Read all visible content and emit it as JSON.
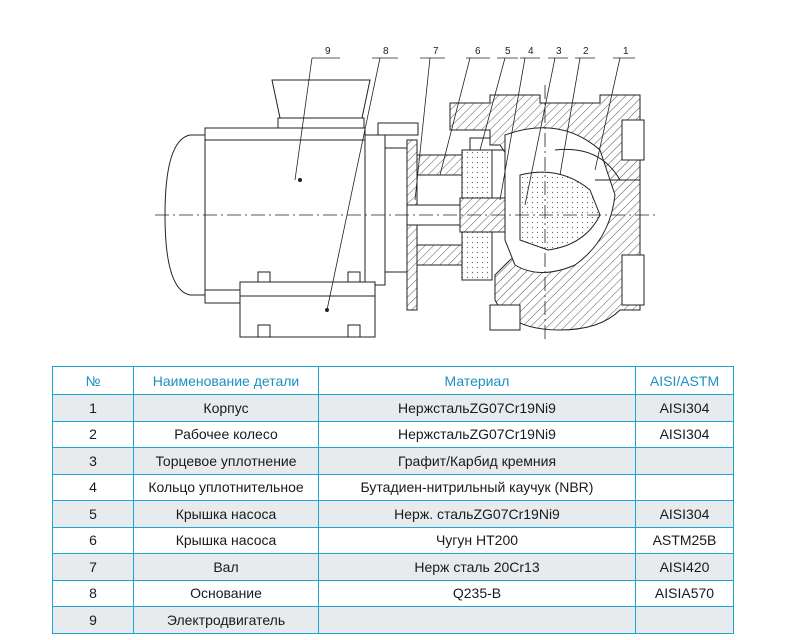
{
  "callouts": [
    "1",
    "2",
    "3",
    "4",
    "5",
    "6",
    "7",
    "8",
    "9"
  ],
  "table": {
    "headers": {
      "num": "№",
      "name": "Наименование детали",
      "material": "Материал",
      "aisi": "AISI/ASTM"
    },
    "rows": [
      {
        "num": "1",
        "name": "Корпус",
        "material": "НержстальZG07Cr19Ni9",
        "aisi": "AISI304"
      },
      {
        "num": "2",
        "name": "Рабочее колесо",
        "material": "НержстальZG07Cr19Ni9",
        "aisi": "AISI304"
      },
      {
        "num": "3",
        "name": "Торцевое уплотнение",
        "material": "Графит/Карбид кремния",
        "aisi": ""
      },
      {
        "num": "4",
        "name": "Кольцо уплотнительное",
        "material": "Бутадиен-нитрильный каучук (NBR)",
        "aisi": ""
      },
      {
        "num": "5",
        "name": "Крышка насоса",
        "material": "Нерж. стальZG07Cr19Ni9",
        "aisi": "AISI304"
      },
      {
        "num": "6",
        "name": "Крышка насоса",
        "material": "Чугун HT200",
        "aisi": "ASTM25B"
      },
      {
        "num": "7",
        "name": "Вал",
        "material": "Нерж сталь 20Cr13",
        "aisi": "AISI420"
      },
      {
        "num": "8",
        "name": "Основание",
        "material": "Q235-B",
        "aisi": "AISIA570"
      },
      {
        "num": "9",
        "name": "Электродвигатель",
        "material": "",
        "aisi": ""
      }
    ]
  },
  "colors": {
    "line": "#1aa6cf",
    "header": "#1e8fc2",
    "hatch": "#555555",
    "stroke": "#222222"
  }
}
